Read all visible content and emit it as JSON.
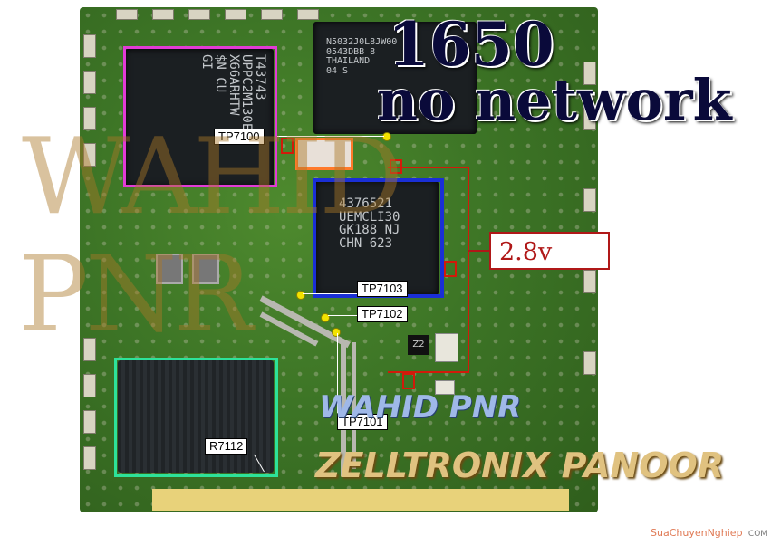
{
  "title": {
    "line1": "1650",
    "line2": "no network"
  },
  "voltage_label": "2.8v",
  "test_points": {
    "tp7100": "TP7100",
    "tp7103": "TP7103",
    "tp7102": "TP7102",
    "tp7101": "TP7101",
    "r7112": "R7112"
  },
  "chips": {
    "flash": {
      "lines": [
        "T43743",
        "UPPC2M130E",
        "X66ARHTW",
        "$N CU",
        "GI"
      ]
    },
    "ram": {
      "lines": [
        "N5032J0L8JW00",
        "0543DBB 8",
        "THAILAND",
        "04 S"
      ]
    },
    "uem": {
      "lines": [
        "4376521",
        "UEMCLI30",
        "GK188 NJ",
        "CHN 623"
      ]
    },
    "chip_z": "Z2"
  },
  "watermarks": {
    "wm1": "WAHID",
    "wm2": "PNR"
  },
  "credits": {
    "line1": "WAHID PNR",
    "line2": "ZELLTRONIX PANOOR"
  },
  "site": {
    "name": "SuaChuyenNghiep",
    "suffix": ".COM"
  },
  "colors": {
    "flash_frame": "#e23bd6",
    "uem_frame": "#1a2fd6",
    "bottom_frame": "#2de29a",
    "red_marks": "#d21a0a",
    "orange_box": "#ff7a2a",
    "voltage": "#b01818"
  }
}
